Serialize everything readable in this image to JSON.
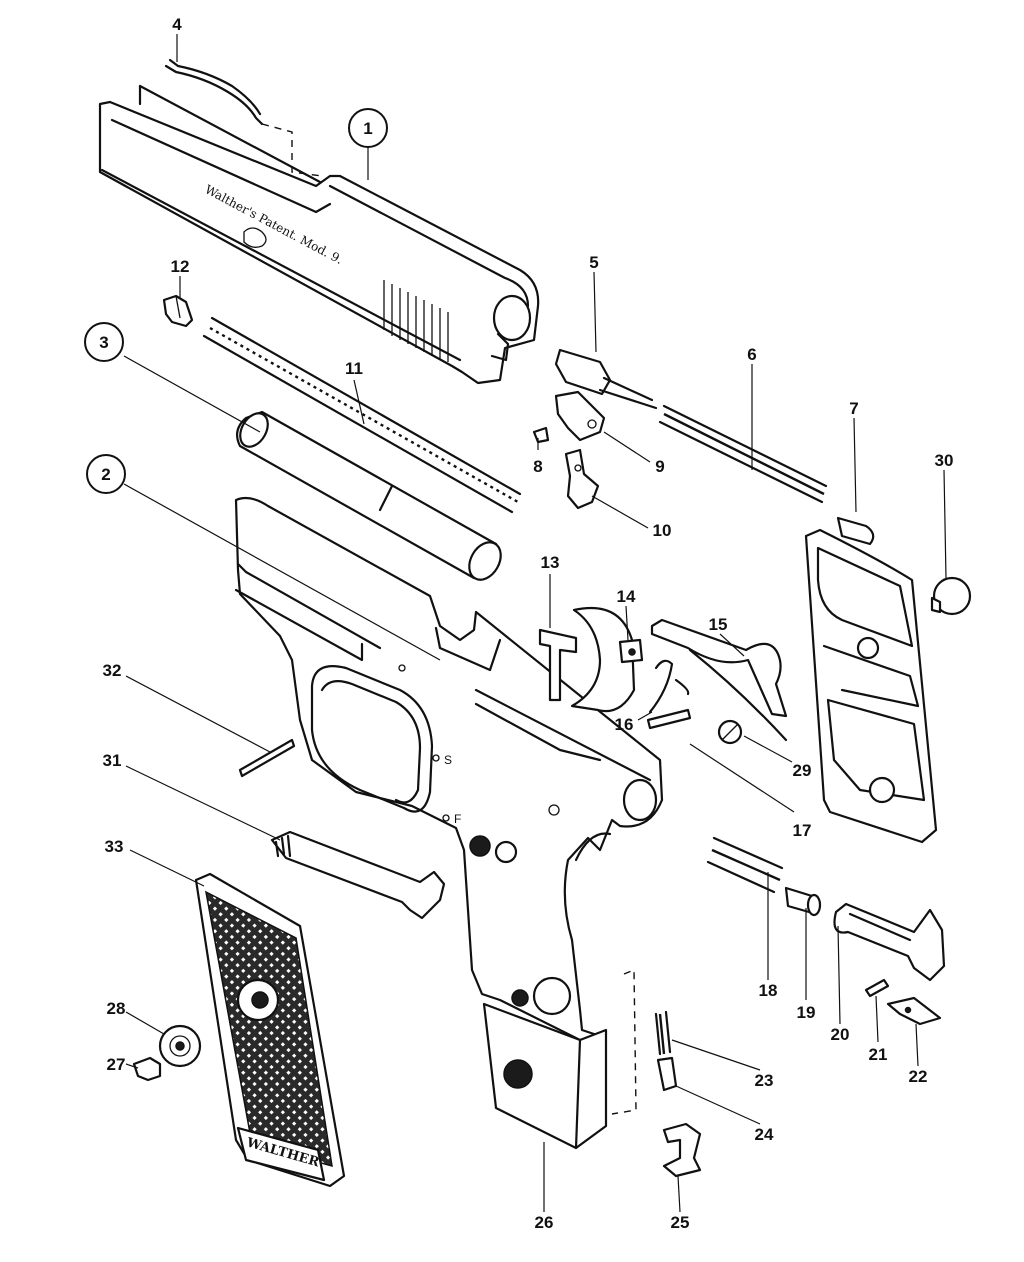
{
  "diagram": {
    "part_labels": [
      "1",
      "2",
      "3",
      "4",
      "5",
      "6",
      "7",
      "8",
      "9",
      "10",
      "11",
      "12",
      "13",
      "14",
      "15",
      "16",
      "17",
      "18",
      "19",
      "20",
      "21",
      "22",
      "23",
      "24",
      "25",
      "26",
      "27",
      "28",
      "29",
      "30",
      "31",
      "32",
      "33"
    ],
    "slide_engraving": "Walther's Patent. Mod. 9.",
    "frame_marks": {
      "safe": "S",
      "fire": "F"
    },
    "grip_logo": "WALTHER"
  }
}
